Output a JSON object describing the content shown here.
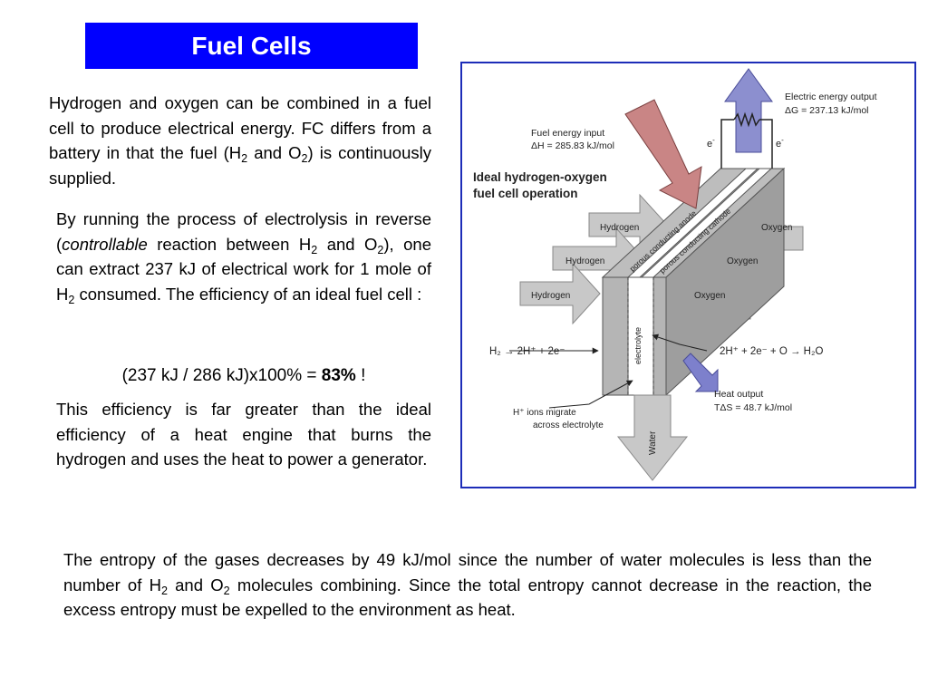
{
  "slide": {
    "title": "Fuel Cells",
    "para1": {
      "part1": "Hydrogen and oxygen can be combined in a fuel cell to produce electrical energy. FC differs from a battery in that the fuel (H",
      "sub1": "2",
      "part2": " and O",
      "sub2": "2",
      "part3": ") is continuously supplied."
    },
    "para2": {
      "part1": "By running the process of electrolysis in reverse (",
      "italic": "controllable",
      "part2": " reaction between H",
      "sub1": "2",
      "part3": " and O",
      "sub2": "2",
      "part4": "), one can extract 237 kJ of electrical work for 1 mole of H",
      "sub3": "2",
      "part5": " consumed. The efficiency of an ideal fuel cell :"
    },
    "formula": {
      "left": "(237 kJ / 286 kJ)x100% = ",
      "bold": "83%",
      "right": " !"
    },
    "para4": "This efficiency is far greater than the ideal efficiency of a heat engine that burns the hydrogen and uses the heat to power a generator.",
    "para5": {
      "part1": "The entropy of the gases decreases by 49 kJ/mol since the number of water molecules is less than the number of H",
      "sub1": "2",
      "part2": " and O",
      "sub2": "2",
      "part3": " molecules combining. Since the total entropy cannot decrease in the reaction, the excess entropy must be expelled to the environment as heat."
    }
  },
  "diagram": {
    "heading1": "Ideal hydrogen-oxygen",
    "heading2": "fuel cell operation",
    "fuel_input1": "Fuel energy input",
    "fuel_input2": "ΔH = 285.83 kJ/mol",
    "electric_output1": "Electric energy output",
    "electric_output2": "ΔG = 237.13 kJ/mol",
    "electron": "e",
    "electron_sup": "-",
    "hydrogen": "Hydrogen",
    "oxygen": "Oxygen",
    "anode": "porous conducting anode",
    "cathode": "porous conducting cathode",
    "electrolyte": "electrolyte",
    "anode_reaction": "H₂ → 2H⁺ + 2e⁻",
    "cathode_reaction": "2H⁺ + 2e⁻ + O → H₂O",
    "ion_label1": "H⁺ ions migrate",
    "ion_label2": "across electrolyte",
    "heat_output1": "Heat output",
    "heat_output2": "TΔS = 48.7 kJ/mol",
    "water": "Water"
  },
  "colors": {
    "title_bg": "#0000ff",
    "frame_border": "#1d2db8",
    "gas_arrow": "#c8c8c8",
    "fuel_arrow": "#c98585",
    "electric_arrow": "#8c8fcf",
    "heat_arrow": "#7d80cc"
  }
}
